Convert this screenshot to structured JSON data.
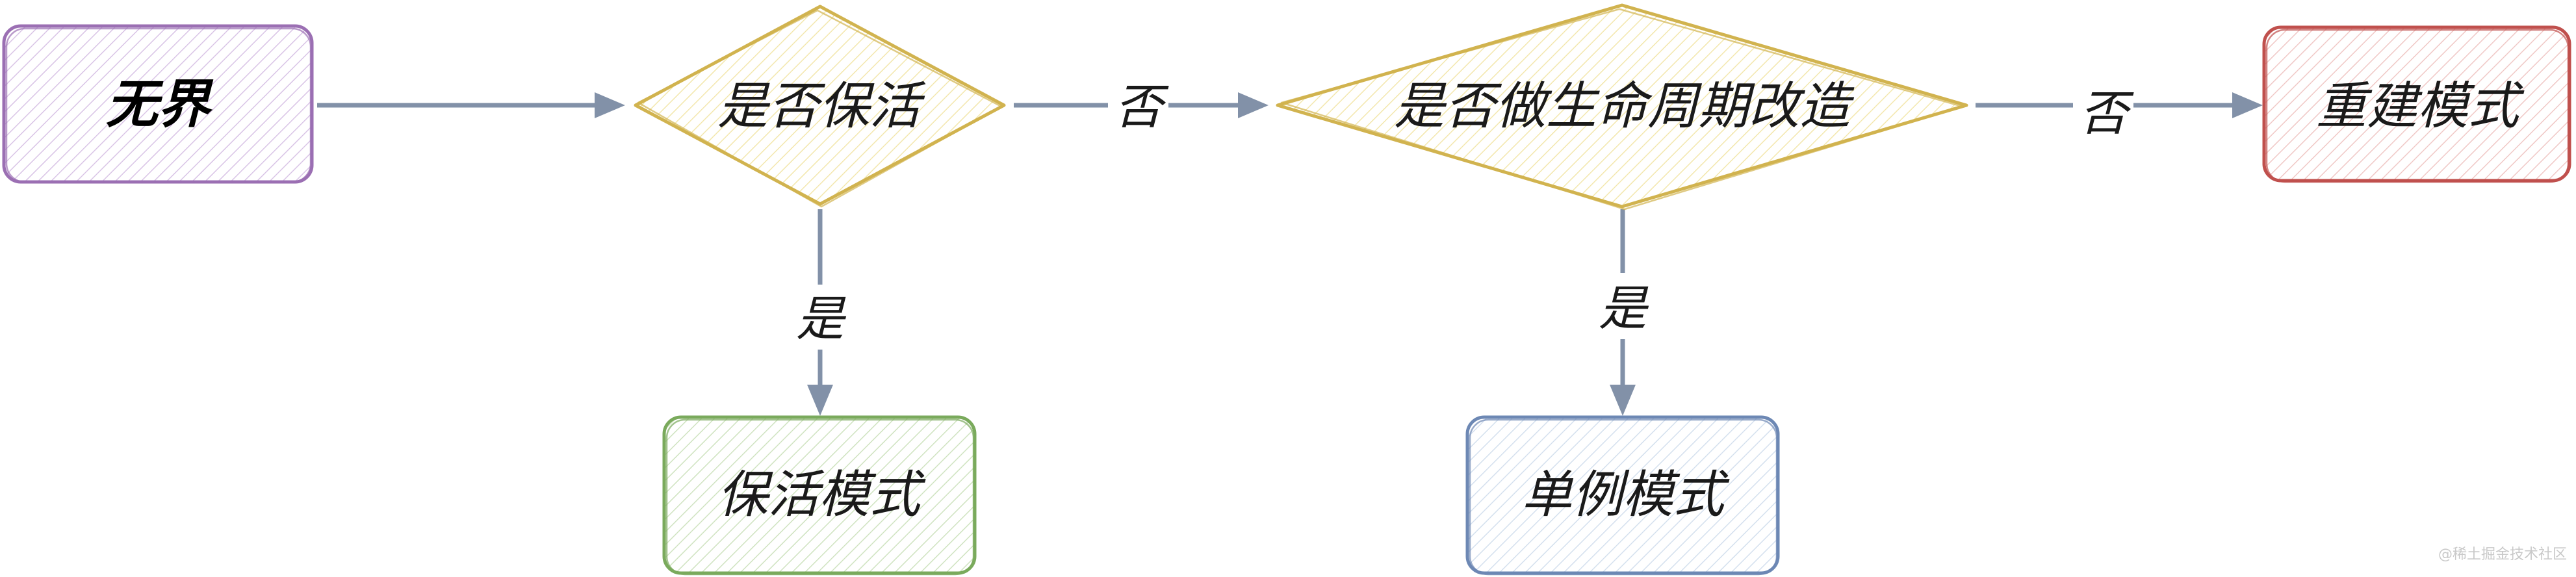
{
  "diagram": {
    "nodes": {
      "start": {
        "label": "无界",
        "shape": "rect",
        "stroke": "#9b6fb3",
        "fill": "#f3ecf7"
      },
      "keepalive_decision": {
        "label": "是否保活",
        "shape": "diamond",
        "stroke": "#d1b34f",
        "fill": "#fdf8e4"
      },
      "lifecycle_decision": {
        "label": "是否做生命周期改造",
        "shape": "diamond",
        "stroke": "#d1b34f",
        "fill": "#fdf8e4"
      },
      "rebuild_mode": {
        "label": "重建模式",
        "shape": "rect",
        "stroke": "#c0504d",
        "fill": "#fbeaea"
      },
      "keepalive_mode": {
        "label": "保活模式",
        "shape": "rect",
        "stroke": "#7aaa5c",
        "fill": "#eef6e8"
      },
      "singleton_mode": {
        "label": "单例模式",
        "shape": "rect",
        "stroke": "#6d88b4",
        "fill": "#ecf2f9"
      }
    },
    "edges": [
      {
        "from": "start",
        "to": "keepalive_decision",
        "label": ""
      },
      {
        "from": "keepalive_decision",
        "to": "lifecycle_decision",
        "label": "否"
      },
      {
        "from": "lifecycle_decision",
        "to": "rebuild_mode",
        "label": "否"
      },
      {
        "from": "keepalive_decision",
        "to": "keepalive_mode",
        "label": "是"
      },
      {
        "from": "lifecycle_decision",
        "to": "singleton_mode",
        "label": "是"
      }
    ],
    "edge_color": "#8291a8"
  },
  "watermark": "@稀土掘金技术社区"
}
